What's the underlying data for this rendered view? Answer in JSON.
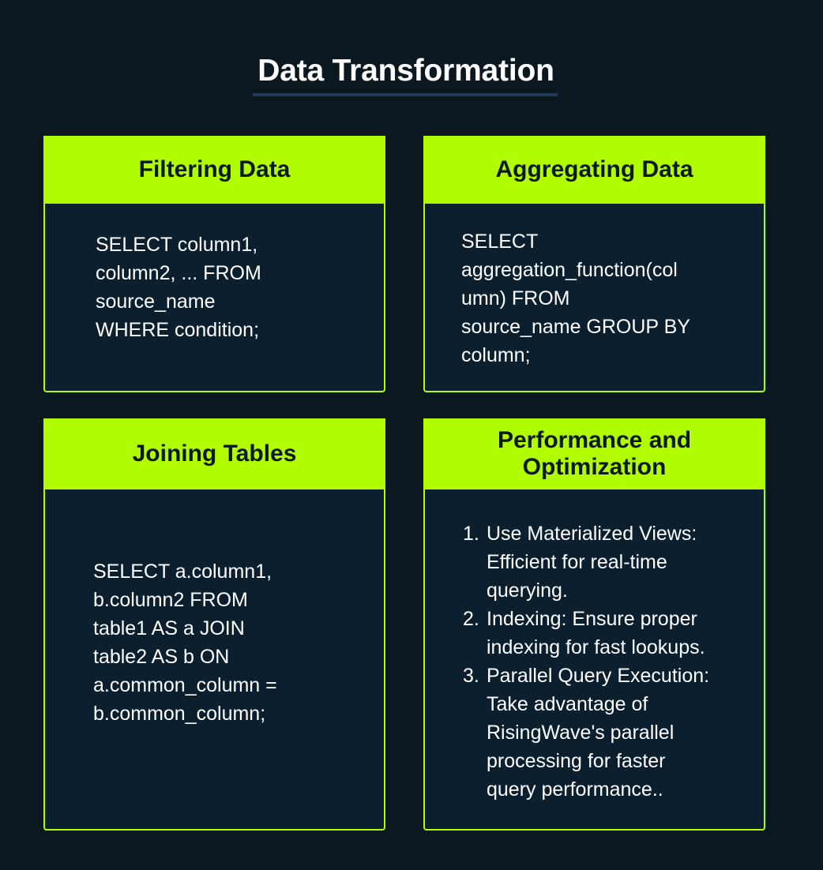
{
  "title": "Data Transformation",
  "colors": {
    "background": "#0b1820",
    "card_background": "#0b1f2e",
    "accent": "#b2fc00",
    "underline": "#1e3d58",
    "text": "#ffffff"
  },
  "cards": {
    "filtering": {
      "title": "Filtering Data",
      "lines": [
        "SELECT column1,",
        "column2, ... FROM",
        "source_name",
        "WHERE condition;"
      ]
    },
    "aggregating": {
      "title": "Aggregating Data",
      "lines": [
        "SELECT",
        "aggregation_function(col",
        "umn) FROM",
        "source_name GROUP BY",
        "column;"
      ]
    },
    "joining": {
      "title": "Joining Tables",
      "lines": [
        "SELECT a.column1,",
        "b.column2 FROM",
        "table1 AS a JOIN",
        "table2 AS b ON",
        "a.common_column =",
        "b.common_column;"
      ]
    },
    "performance": {
      "title_line1": "Performance and",
      "title_line2": "Optimization",
      "items": [
        {
          "number": "1.",
          "lines": [
            "Use Materialized Views:",
            "Efficient for real-time",
            "querying."
          ]
        },
        {
          "number": "2.",
          "lines": [
            "Indexing: Ensure proper",
            "indexing for fast lookups."
          ]
        },
        {
          "number": "3.",
          "lines": [
            "Parallel Query Execution:",
            "Take advantage of",
            "RisingWave's parallel",
            "processing for faster",
            "query performance.."
          ]
        }
      ]
    }
  }
}
